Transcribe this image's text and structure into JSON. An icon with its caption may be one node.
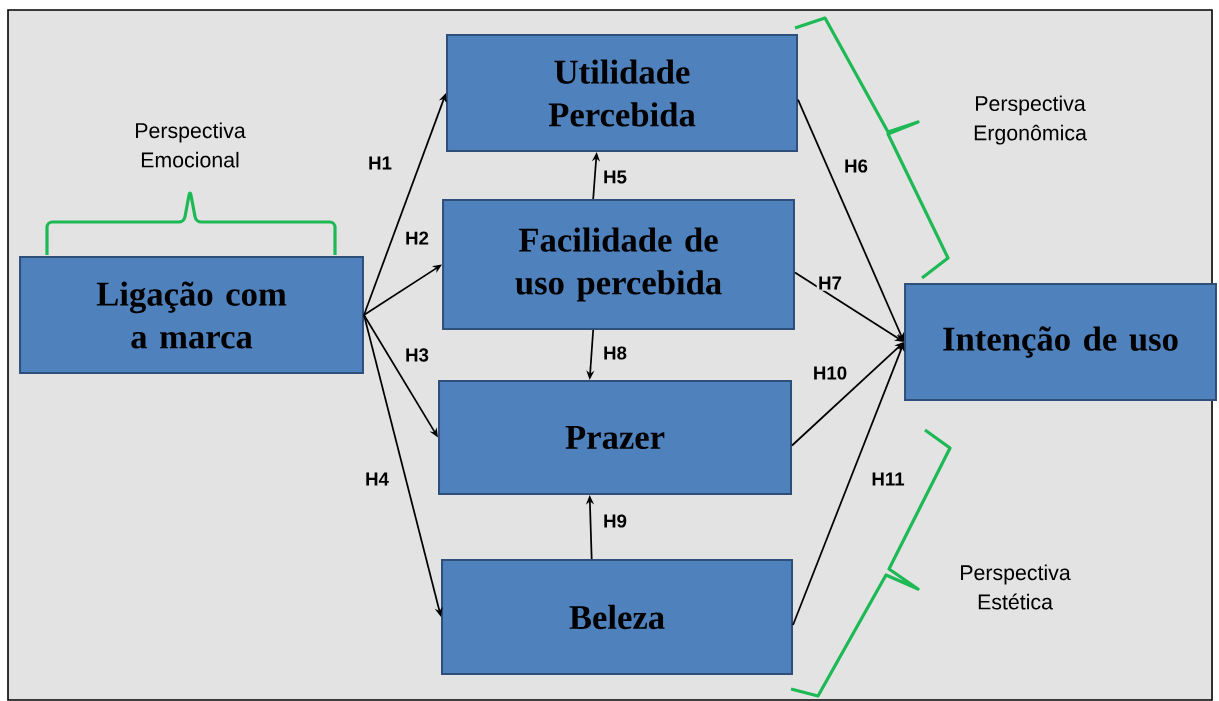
{
  "diagram": {
    "nodes": [
      {
        "text": [
          "Ligação com a marca"
        ]
      },
      {
        "text": [
          "Utilidade Percebida"
        ]
      },
      {
        "text": [
          "Facilidade de uso percebida"
        ]
      },
      {
        "text": [
          "Prazer"
        ]
      },
      {
        "text": [
          "Beleza"
        ]
      },
      {
        "text": [
          "Intenção de uso"
        ]
      }
    ],
    "edges": [
      {
        "from": 0,
        "to": 1,
        "arrow": "to",
        "label": "H1"
      },
      {
        "from": 0,
        "to": 2,
        "arrow": "to",
        "label": "H2"
      },
      {
        "from": 0,
        "to": 3,
        "arrow": "to",
        "label": "H3"
      },
      {
        "from": 0,
        "to": 4,
        "arrow": "to",
        "label": "H4"
      },
      {
        "from": 2,
        "to": 1,
        "arrow": "to",
        "label": "H5"
      },
      {
        "from": 1,
        "to": 5,
        "arrow": "to",
        "label": "H6"
      },
      {
        "from": 2,
        "to": 5,
        "arrow": "to",
        "label": "H7"
      },
      {
        "from": 2,
        "to": 3,
        "arrow": "to",
        "label": "H8"
      },
      {
        "from": 4,
        "to": 3,
        "arrow": "to",
        "label": "H9"
      },
      {
        "from": 3,
        "to": 5,
        "arrow": "to",
        "label": "H10"
      },
      {
        "from": 4,
        "to": 5,
        "arrow": "to",
        "label": "H11"
      }
    ],
    "labels": [
      "Perspectiva Emocional",
      "Perspectiva Ergonômica",
      "Perspectiva Estética"
    ]
  }
}
